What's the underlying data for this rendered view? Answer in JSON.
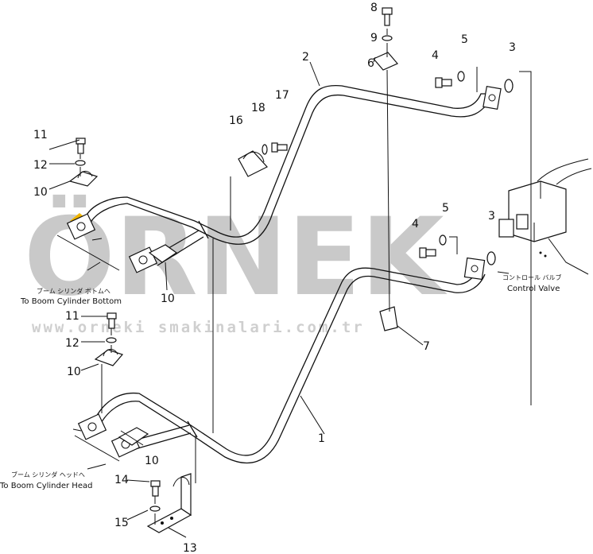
{
  "watermark": {
    "brand": "ÖRNEK",
    "url": "www.orneki smakinalari.com.tr"
  },
  "callouts": [
    "1",
    "2",
    "3",
    "3",
    "4",
    "4",
    "5",
    "5",
    "6",
    "7",
    "8",
    "9",
    "10",
    "10",
    "10",
    "10",
    "11",
    "11",
    "12",
    "12",
    "13",
    "14",
    "15",
    "16",
    "17",
    "18"
  ],
  "labels": {
    "boom_bottom_jp": "ブーム シリンダ ボトムへ",
    "boom_bottom_en": "To Boom Cylinder Bottom",
    "boom_head_jp": "ブーム シリンダ ヘッドへ",
    "boom_head_en": "To Boom Cylinder Head",
    "control_valve_jp": "コントロール バルブ",
    "control_valve_en": "Control Valve"
  },
  "colors": {
    "line": "#111111",
    "watermark": "#c9c9c9",
    "accent": "#f0b400"
  }
}
